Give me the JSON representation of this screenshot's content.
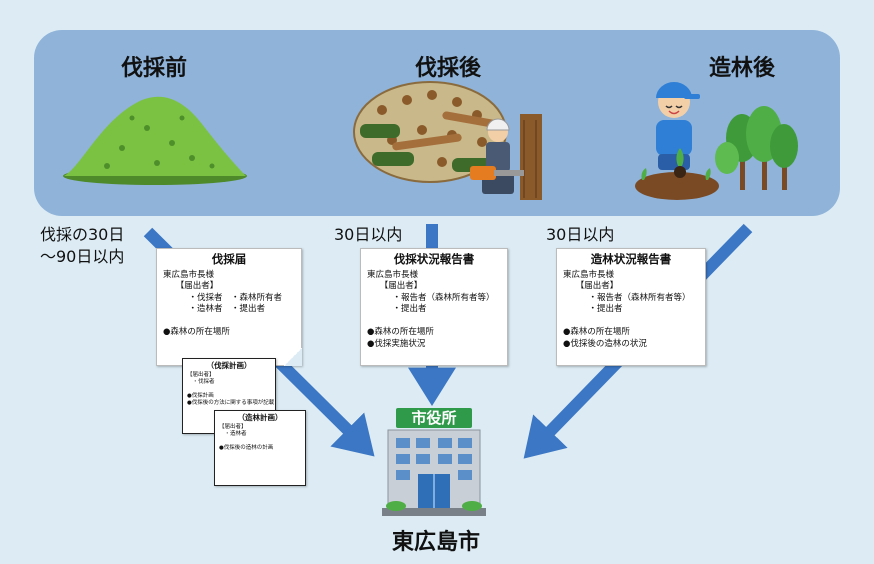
{
  "stages": [
    {
      "title": "伐採前"
    },
    {
      "title": "伐採後"
    },
    {
      "title": "造林後"
    }
  ],
  "periods": {
    "felling_notice": "伐採の30日\n〜90日以内",
    "felling_report": "30日以内",
    "planting_report": "30日以内"
  },
  "documents": {
    "felling_notice": {
      "title": "伐採届",
      "lines": [
        "東広島市長様",
        "　　【届出者】",
        "　　　・伐採者　・森林所有者",
        "　　　・造林者　・提出者",
        "",
        "●森林の所在場所"
      ]
    },
    "felling_report": {
      "title": "伐採状況報告書",
      "lines": [
        "東広島市長様",
        "　　【届出者】",
        "　　　・報告者（森林所有者等）",
        "　　　・提出者",
        "",
        "●森林の所在場所",
        "●伐採実施状況"
      ]
    },
    "planting_report": {
      "title": "造林状況報告書",
      "lines": [
        "東広島市長様",
        "　　【届出者】",
        "　　　・報告者（森林所有者等）",
        "　　　・提出者",
        "",
        "●森林の所在場所",
        "●伐採後の造林の状況"
      ]
    },
    "felling_plan": {
      "title": "（伐採計画）",
      "lines": [
        "【届出者】",
        "　・伐採者",
        "",
        "●伐採計画",
        "●伐採後の方法に関する事項が記載"
      ]
    },
    "planting_plan": {
      "title": "（造林計画）",
      "lines": [
        "【届出者】",
        "　・造林者",
        "",
        "●伐採後の造林の計画"
      ]
    }
  },
  "city_hall": {
    "sign": "市役所"
  },
  "destination": "東広島市",
  "colors": {
    "band": "#8fb3d9",
    "background": "#dcebf4",
    "arrow": "#3b77c4",
    "hill": "#7cc242",
    "sign": "#2f9a4a"
  }
}
